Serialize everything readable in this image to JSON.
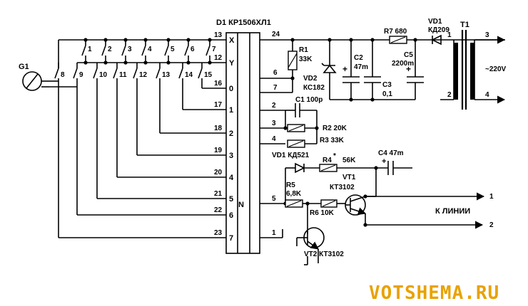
{
  "chip": {
    "label": "D1 КР1506ХЛ1"
  },
  "ic_left_pins": [
    {
      "num": "13",
      "name": "X"
    },
    {
      "num": "12",
      "name": "Y"
    },
    {
      "num": "16",
      "name": "0"
    },
    {
      "num": "17",
      "name": "1"
    },
    {
      "num": "18",
      "name": "2"
    },
    {
      "num": "19",
      "name": "3"
    },
    {
      "num": "20",
      "name": "4"
    },
    {
      "num": "21",
      "name": "5"
    },
    {
      "num": "22",
      "name": "6"
    },
    {
      "num": "23",
      "name": "7"
    }
  ],
  "ic_right_pins": [
    "24",
    "6",
    "7",
    "2",
    "3",
    "4",
    "5",
    "1"
  ],
  "ic_n_label": "N",
  "keypad": {
    "top_numbers": [
      "1",
      "2",
      "3",
      "4",
      "5",
      "6",
      "7"
    ],
    "side_numbers": [
      "8",
      "9",
      "10",
      "11",
      "12",
      "13",
      "14",
      "15"
    ],
    "connector": "G1"
  },
  "components": {
    "r1": [
      "R1",
      "33K"
    ],
    "vd2": [
      "VD2",
      "КС182"
    ],
    "c2": [
      "C2",
      "47m"
    ],
    "c3": [
      "C3",
      "0,1"
    ],
    "r7": "R7 680",
    "c5": [
      "C5",
      "2200m"
    ],
    "vd1_top": [
      "VD1",
      "КД209"
    ],
    "t1": "T1",
    "t1_pins": [
      "1",
      "3",
      "2",
      "4"
    ],
    "mains": "~220V",
    "c1": "C1 100p",
    "r2": "R2 20K",
    "r3": "R3 33K",
    "vd1_mid": "VD1 КД521",
    "r4": "R4",
    "r4_star": "*",
    "r4_val": "56K",
    "c4": "C4  47m",
    "r5": [
      "R5",
      "6,8K"
    ],
    "r6": "R6 10K",
    "vt1": [
      "VT1",
      "КТ3102"
    ],
    "vt2": "VT2 КТ3102",
    "line_label": "К ЛИНИИ",
    "line_pins": [
      "1",
      "2"
    ],
    "plus": "+"
  },
  "watermark": "VOTSHEMA.RU"
}
